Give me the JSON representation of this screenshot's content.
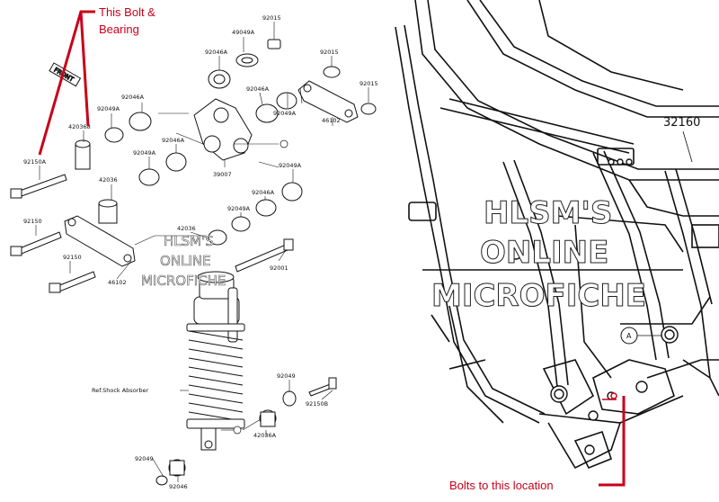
{
  "annotations": {
    "bolt_bearing_line1": "This Bolt &",
    "bolt_bearing_line2": "Bearing",
    "bolts_location": "Bolts to this location"
  },
  "watermark": {
    "line1": "HLSM'S",
    "line2": "ONLINE",
    "line3": "MICROFICHE"
  },
  "left_watermark": {
    "line1": "HLSM'S",
    "line2": "ONLINE",
    "line3": "MICROFICHE"
  },
  "front_tag": "FRONT",
  "part_numbers": {
    "p92015_a": "92015",
    "p49049a": "49049A",
    "p92046a_a": "92046A",
    "p92015_b": "92015",
    "p92015_c": "92015",
    "p92046a_b": "92046A",
    "p92046a_c": "92046A",
    "p92049a_a": "92049A",
    "p92049a_b": "92049A",
    "p420368": "420368",
    "p46102_a": "46102",
    "p92150a": "92150A",
    "p92046a_d": "92046A",
    "p92049a_c": "92049A",
    "p39007": "39007",
    "p42036_a": "42036",
    "p92049a_d": "92049A",
    "p92046a_e": "92046A",
    "p92049a_e": "92049A",
    "p92150_a": "92150",
    "p42036_b": "42036",
    "p92150_b": "92150",
    "p46102_b": "46102",
    "p92001": "92001",
    "p92049_a": "92049",
    "p92150b": "92150B",
    "p42036a": "42036A",
    "p92049_b": "92049",
    "p92046": "92046",
    "ref_shock": "Ref.Shock Absorber",
    "p32160": "32160",
    "mark_a": "A"
  },
  "colors": {
    "annotation_red": "#c8001a",
    "line": "#111111"
  }
}
